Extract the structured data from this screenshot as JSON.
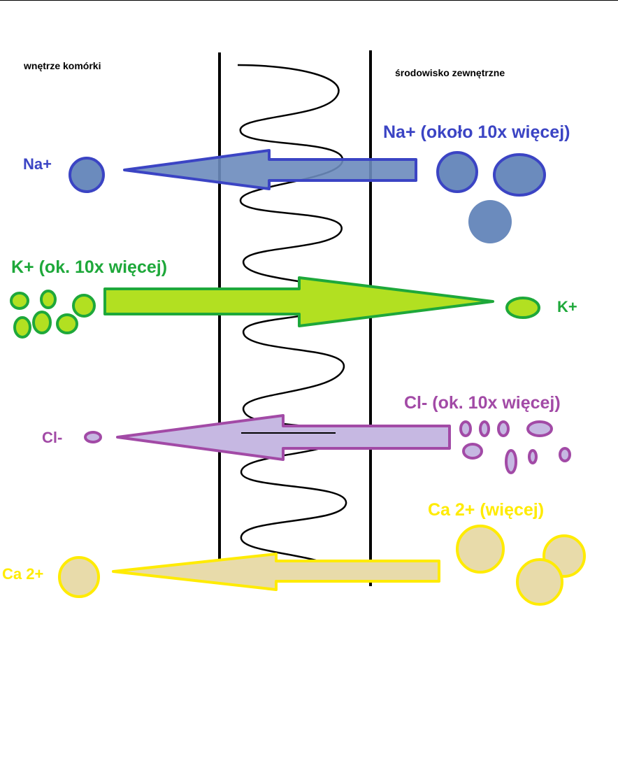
{
  "labels": {
    "inside": "wnętrze komórki",
    "outside": "środowisko zewnętrzne"
  },
  "ions": {
    "na": {
      "inside": "Na+",
      "outside": "Na+ (około 10x więcej)",
      "stroke": "#3b44c4",
      "fill": "#6b8bbd"
    },
    "k": {
      "inside": "K+ (ok. 10x więcej)",
      "outside": "K+",
      "stroke": "#1ea83a",
      "fill": "#b2e021"
    },
    "cl": {
      "inside": "Cl-",
      "outside": "Cl- (ok. 10x więcej)",
      "stroke": "#a24aa6",
      "fill": "#c6b8e2"
    },
    "ca": {
      "inside": "Ca 2+",
      "outside": "Ca 2+ (więcej)",
      "stroke": "#ffeb00",
      "fill": "#e8dbaa"
    }
  }
}
